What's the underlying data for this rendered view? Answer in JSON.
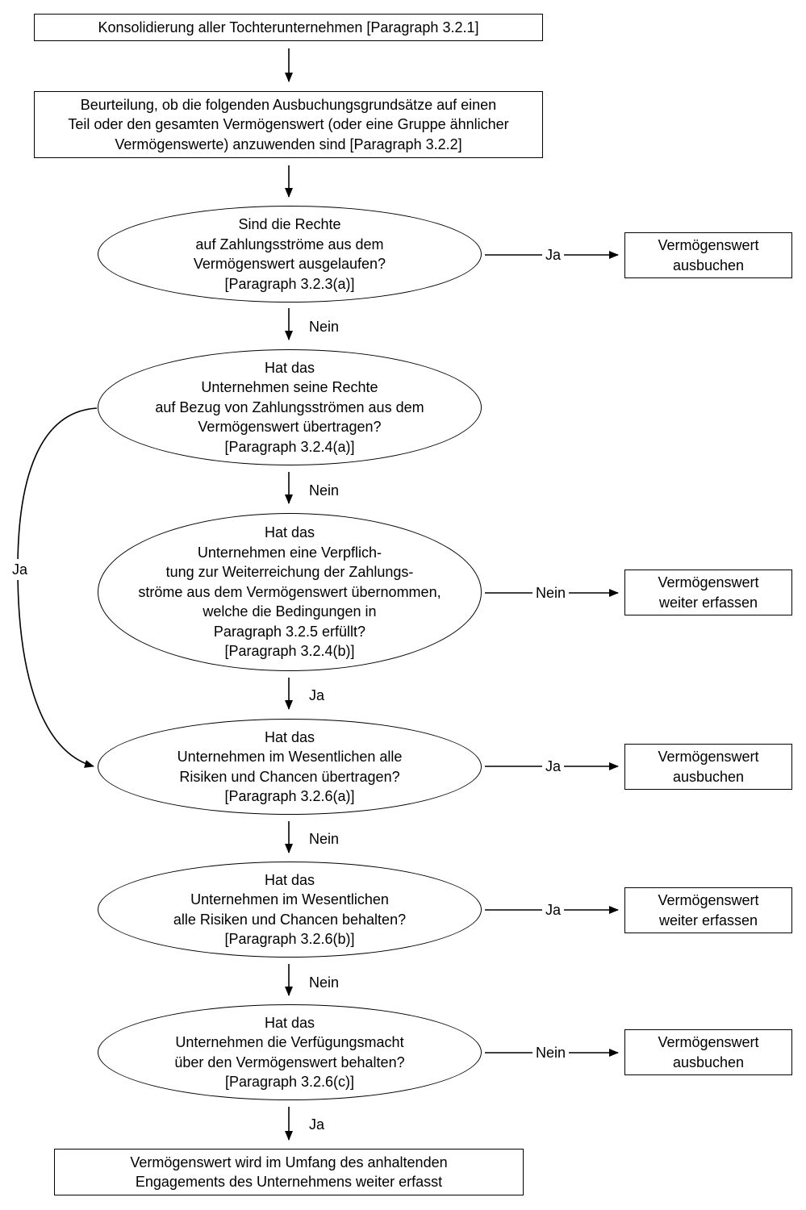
{
  "nodes": {
    "n1": "Konsolidierung aller Tochterunternehmen [Paragraph 3.2.1]",
    "n2": "Beurteilung, ob die folgenden Ausbuchungsgrundsätze auf einen\nTeil oder den gesamten Vermögenswert (oder eine Gruppe ähnlicher\nVermögenswerte) anzuwenden sind [Paragraph 3.2.2]",
    "q1": "Sind die Rechte\nauf Zahlungsströme aus dem\nVermögenswert ausgelaufen?\n[Paragraph 3.2.3(a)]",
    "q2": "Hat das\nUnternehmen seine Rechte\nauf Bezug von Zahlungsströmen aus dem\nVermögenswert übertragen?\n[Paragraph 3.2.4(a)]",
    "q3": "Hat das\nUnternehmen eine Verpflich-\ntung zur Weiterreichung der Zahlungs-\nströme aus dem Vermögenswert übernommen,\nwelche die Bedingungen in\nParagraph 3.2.5 erfüllt?\n[Paragraph 3.2.4(b)]",
    "q4": "Hat das\nUnternehmen im Wesentlichen alle\nRisiken und Chancen übertragen?\n[Paragraph 3.2.6(a)]",
    "q5": "Hat das\nUnternehmen im Wesentlichen\nalle Risiken und Chancen behalten?\n[Paragraph 3.2.6(b)]",
    "q6": "Hat das\nUnternehmen die Verfügungsmacht\nüber den Vermögenswert behalten?\n[Paragraph 3.2.6(c)]",
    "r1": "Vermögenswert\nausbuchen",
    "r3": "Vermögenswert\nweiter erfassen",
    "r4": "Vermögenswert\nausbuchen",
    "r5": "Vermögenswert\nweiter erfassen",
    "r6": "Vermögenswert\nausbuchen",
    "final": "Vermögenswert wird im Umfang des anhaltenden\nEngagements des Unternehmens weiter erfasst"
  },
  "labels": {
    "yes": "Ja",
    "no": "Nein"
  }
}
